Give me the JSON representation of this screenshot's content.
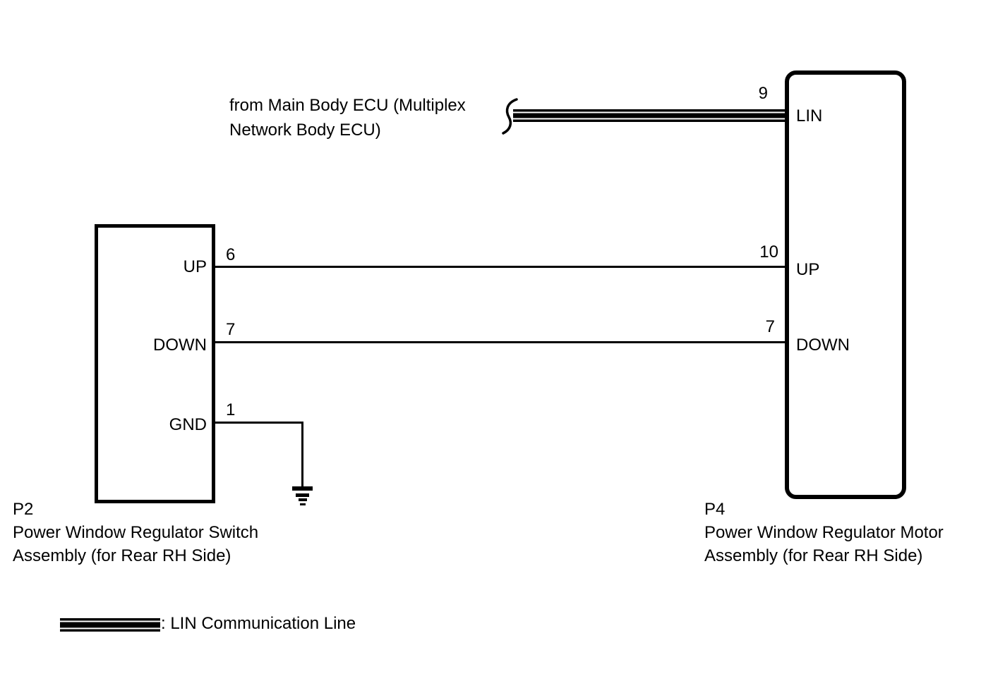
{
  "diagram": {
    "colors": {
      "ink": "#000000",
      "background": "#ffffff"
    },
    "source_note": {
      "line1": "from Main Body ECU (Multiplex",
      "line2": "Network Body ECU)"
    },
    "left_connector": {
      "code": "P2",
      "name_line1": "Power Window Regulator Switch",
      "name_line2": "Assembly (for Rear RH Side)",
      "pins": [
        {
          "number": "6",
          "label": "UP"
        },
        {
          "number": "7",
          "label": "DOWN"
        },
        {
          "number": "1",
          "label": "GND"
        }
      ]
    },
    "right_connector": {
      "code": "P4",
      "name_line1": "Power Window Regulator Motor",
      "name_line2": "Assembly (for Rear RH Side)",
      "pins": [
        {
          "number": "9",
          "label": "LIN"
        },
        {
          "number": "10",
          "label": "UP"
        },
        {
          "number": "7",
          "label": "DOWN"
        }
      ]
    },
    "legend": {
      "label": ": LIN Communication Line"
    }
  }
}
